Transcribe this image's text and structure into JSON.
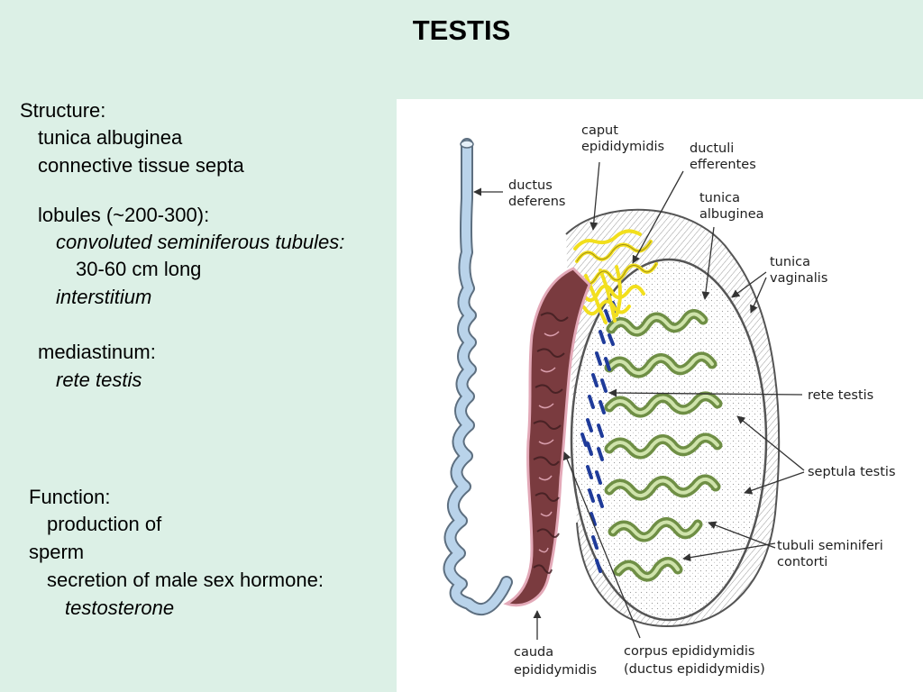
{
  "title": "TESTIS",
  "structure": {
    "heading": "Structure:",
    "tunica": "tunica albuginea",
    "septa": "connective tissue septa",
    "lobules": "lobules (~200-300):",
    "tubules": "convoluted seminiferous tubules:",
    "length": "30-60 cm long",
    "interstitium": "interstitium",
    "mediastinum": "mediastinum:",
    "rete": "rete testis"
  },
  "function": {
    "heading": "Function:",
    "production": "production of",
    "sperm": "sperm",
    "secretion": "secretion of male sex hormone:",
    "hormone": "testosterone"
  },
  "figure": {
    "labels": {
      "caput_1": "caput",
      "caput_2": "epididymidis",
      "ductuli_1": "ductuli",
      "ductuli_2": "efferentes",
      "ductus_1": "ductus",
      "ductus_2": "deferens",
      "tunica_alb_1": "tunica",
      "tunica_alb_2": "albuginea",
      "tunica_vag_1": "tunica",
      "tunica_vag_2": "vaginalis",
      "rete": "rete testis",
      "septula": "septula testis",
      "tubuli_1": "tubuli seminiferi",
      "tubuli_2": "contorti",
      "cauda_1": "cauda",
      "cauda_2": "epididymidis",
      "corpus_1": "corpus epididymidis",
      "corpus_2": "(ductus epididymidis)"
    },
    "colors": {
      "ductus_deferens": "#b9d3ea",
      "epididymis": "#7a3b3f",
      "epididymis_outline": "#e3a9b8",
      "efferent_ducts": "#f2df1e",
      "rete_testis": "#1f3b9a",
      "tubules": "#9fbf6f",
      "capsule_outline": "#555555"
    }
  }
}
